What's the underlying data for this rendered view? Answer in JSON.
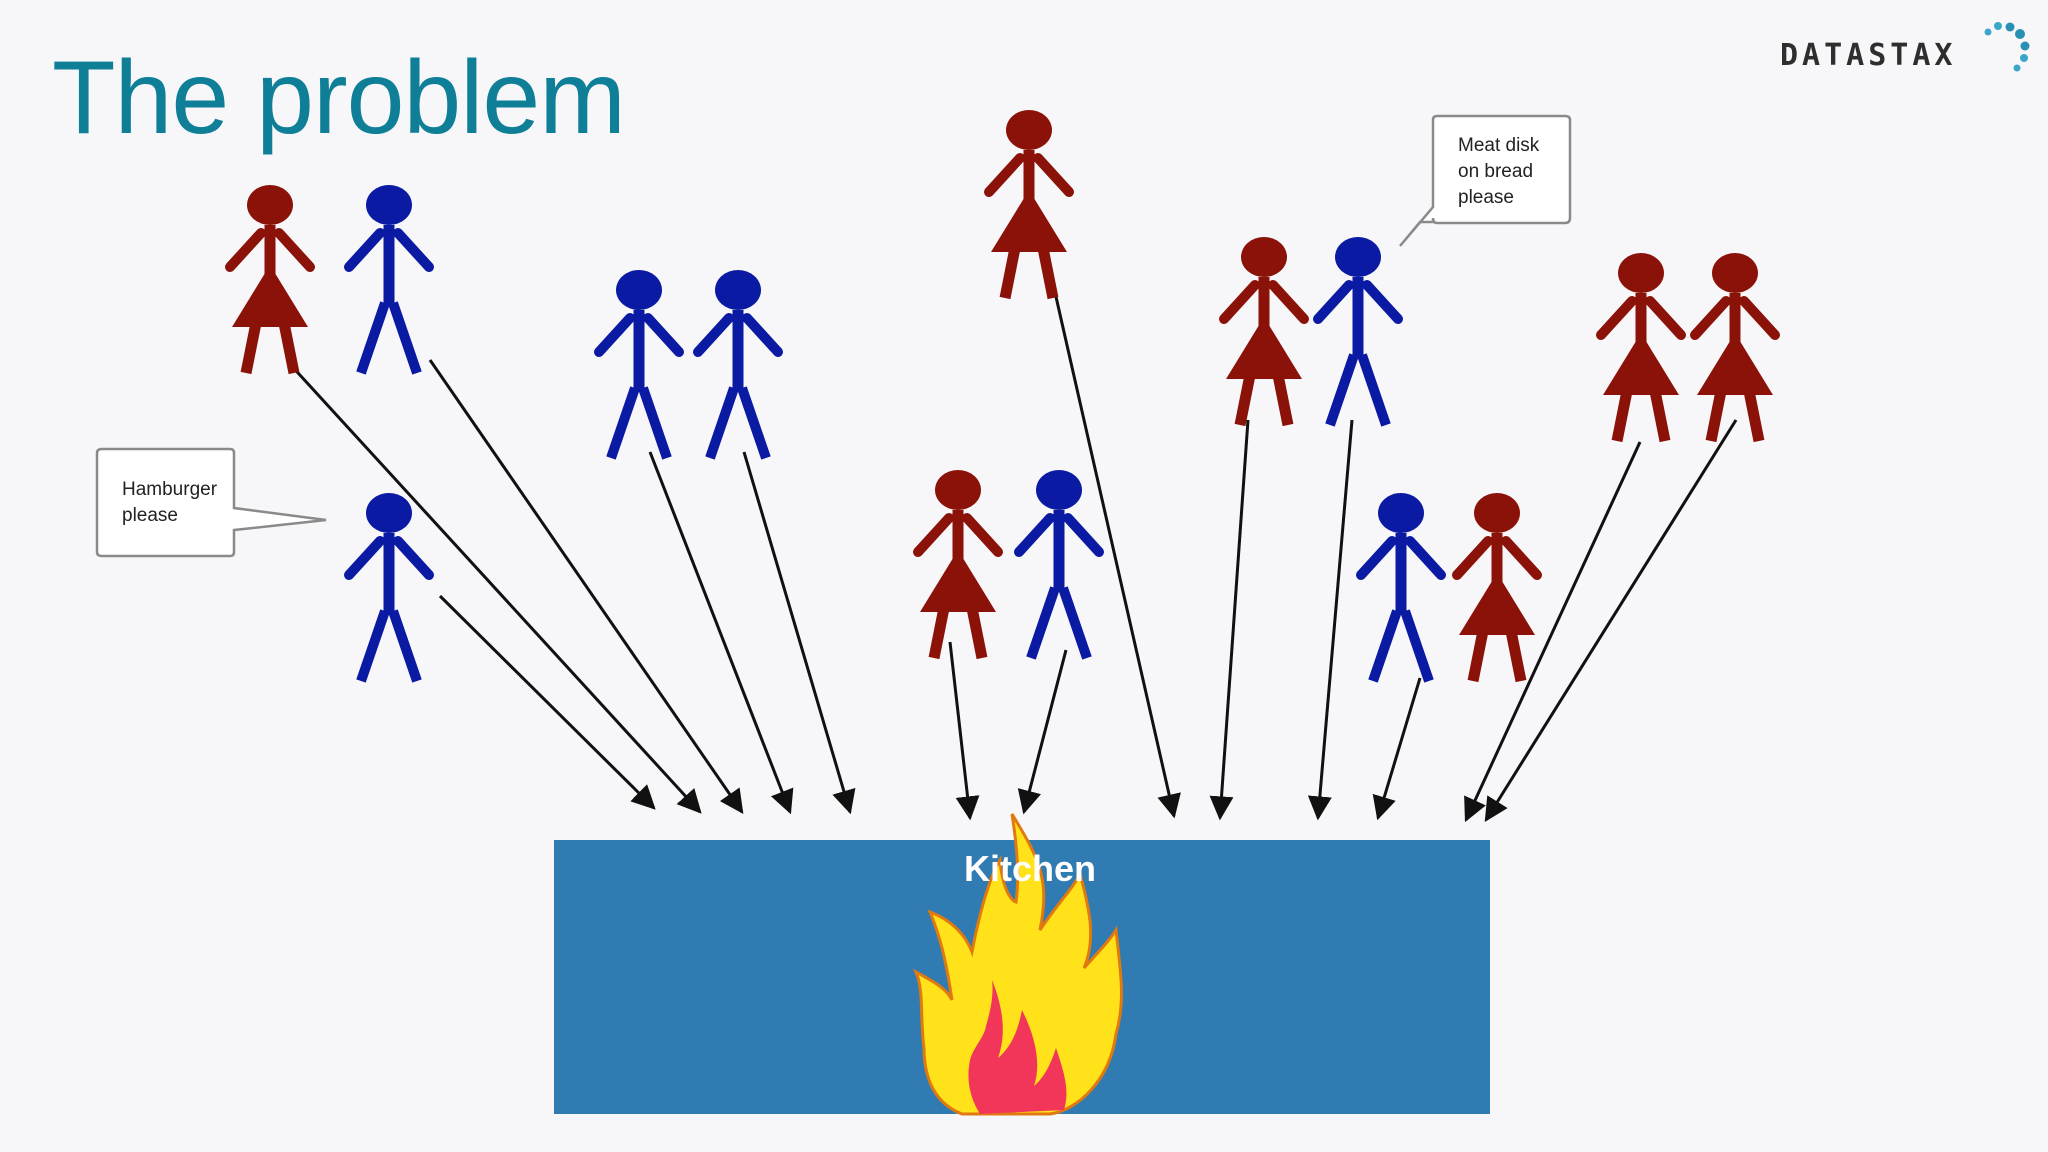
{
  "slide": {
    "title": "The problem",
    "logo_text": "DATASTAX",
    "kitchen_label": "Kitchen"
  },
  "bubbles": {
    "hamburger": [
      "Hamburger",
      "please"
    ],
    "meat_disk": [
      "Meat disk",
      "on bread",
      "please"
    ]
  },
  "colors": {
    "title": "#0f7f98",
    "female_figure": "#8b1208",
    "male_figure": "#0b1aa3",
    "kitchen": "#2f7bb2",
    "arrow": "#111111",
    "flame_outer": "#ffe21a",
    "flame_inner": "#f2365a",
    "flame_outline": "#e07a10"
  },
  "icons": {
    "fire": "fire-icon",
    "female": "female-figure-icon",
    "male": "male-figure-icon"
  }
}
